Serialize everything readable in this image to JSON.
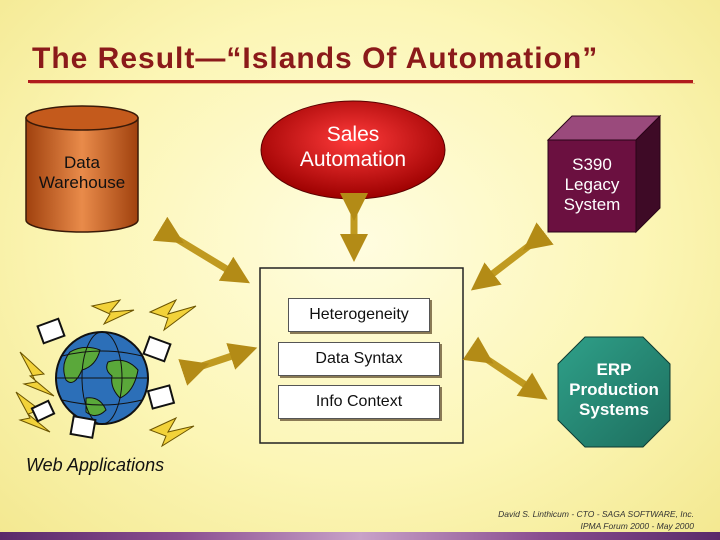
{
  "slide": {
    "title": "The Result—“Islands Of Automation”",
    "accent_color": "#b01c1c",
    "background_color": "#fbf6b8"
  },
  "nodes": {
    "data_warehouse": {
      "line1": "Data",
      "line2": "Warehouse",
      "shape": "cylinder",
      "color": "#d2691e"
    },
    "sales_automation": {
      "line1": "Sales",
      "line2": "Automation",
      "shape": "ellipse",
      "color": "#cc0000"
    },
    "s390": {
      "line1": "S390",
      "line2": "Legacy",
      "line3": "System",
      "shape": "cube",
      "color": "#6b1040"
    },
    "erp": {
      "line1": "ERP",
      "line2": "Production",
      "line3": "Systems",
      "shape": "octagon",
      "color": "#2e8b7a"
    },
    "web_applications": {
      "label": "Web Applications",
      "icon": "globe-network-icon"
    }
  },
  "center_panel": {
    "items": [
      "Heterogeneity",
      "Data Syntax",
      "Info Context"
    ]
  },
  "footer": {
    "line1": "David S. Linthicum - CTO - SAGA SOFTWARE, Inc.",
    "line2": "IPMA Forum 2000 - May 2000"
  }
}
